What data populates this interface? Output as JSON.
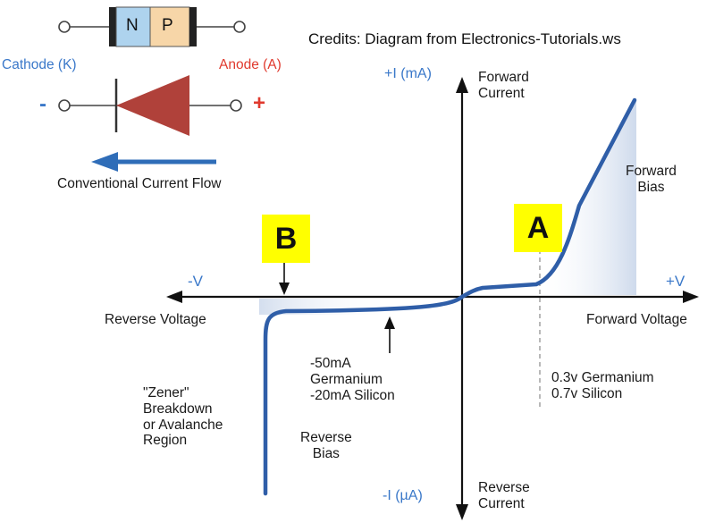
{
  "credit": "Credits: Diagram from Electronics-Tutorials.ws",
  "diode": {
    "n_label": "N",
    "p_label": "P",
    "cathode_label": "Cathode (K)",
    "anode_label": "Anode (A)",
    "minus_sign": "-",
    "plus_sign": "+",
    "current_flow_label": "Conventional Current Flow"
  },
  "axes": {
    "y_positive": "+I (mA)",
    "y_negative": "-I (µA)",
    "x_negative": "-V",
    "x_positive": "+V",
    "forward_current": "Forward\nCurrent",
    "reverse_current": "Reverse\nCurrent",
    "reverse_voltage": "Reverse Voltage",
    "forward_voltage": "Forward Voltage"
  },
  "regions": {
    "forward_bias": "Forward\nBias",
    "reverse_bias": "Reverse\nBias",
    "zener": "\"Zener\"\nBreakdown\nor Avalanche\nRegion"
  },
  "annotations": {
    "reverse_leakage": "-50mA\nGermanium\n-20mA Silicon",
    "knee_voltage": "0.3v Germanium\n0.7v Silicon"
  },
  "markers": {
    "a": "A",
    "b": "B"
  },
  "colors": {
    "curve": "#2f5ea8",
    "marker_bg": "#ffff00",
    "arrow_blue": "#2f6db8",
    "label_blue": "#3a78c9",
    "label_red": "#e03a2e",
    "n_region": "#aed3ee",
    "p_region": "#f7d6a8",
    "diode_triangle": "#b0413a"
  }
}
